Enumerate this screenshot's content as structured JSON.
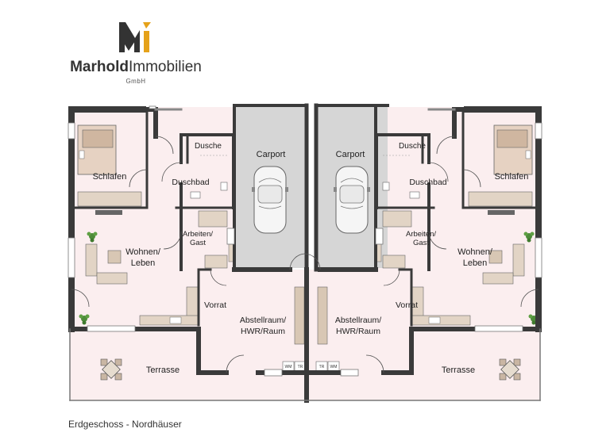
{
  "brand": {
    "name_bold": "Marhold",
    "name_light": "Immobilien",
    "subtitle": "GmbH",
    "accent_color": "#e5a21a",
    "logo_icon": "marhold-m-logo-icon"
  },
  "caption": "Erdgeschoss - Nordhäuser",
  "colors": {
    "wall": "#3a3a3a",
    "floor": "#fbeeef",
    "carport": "#d6d6d6",
    "terrace": "#fbeeef",
    "furniture": "#d8c7b4"
  },
  "rooms": {
    "schlafen": "Schlafen",
    "dusche": "Dusche",
    "duschbad": "Duschbad",
    "wohnen_1": "Wohnen/",
    "wohnen_2": "Leben",
    "arbeiten_1": "Arbeiten/",
    "arbeiten_2": "Gast",
    "vorrat": "Vorrat",
    "abstell_1": "Abstellraum/",
    "abstell_2": "HWR/Raum",
    "terrasse": "Terrasse",
    "carport": "Carport"
  },
  "appliances": {
    "wm": "WM",
    "tr": "TR"
  }
}
